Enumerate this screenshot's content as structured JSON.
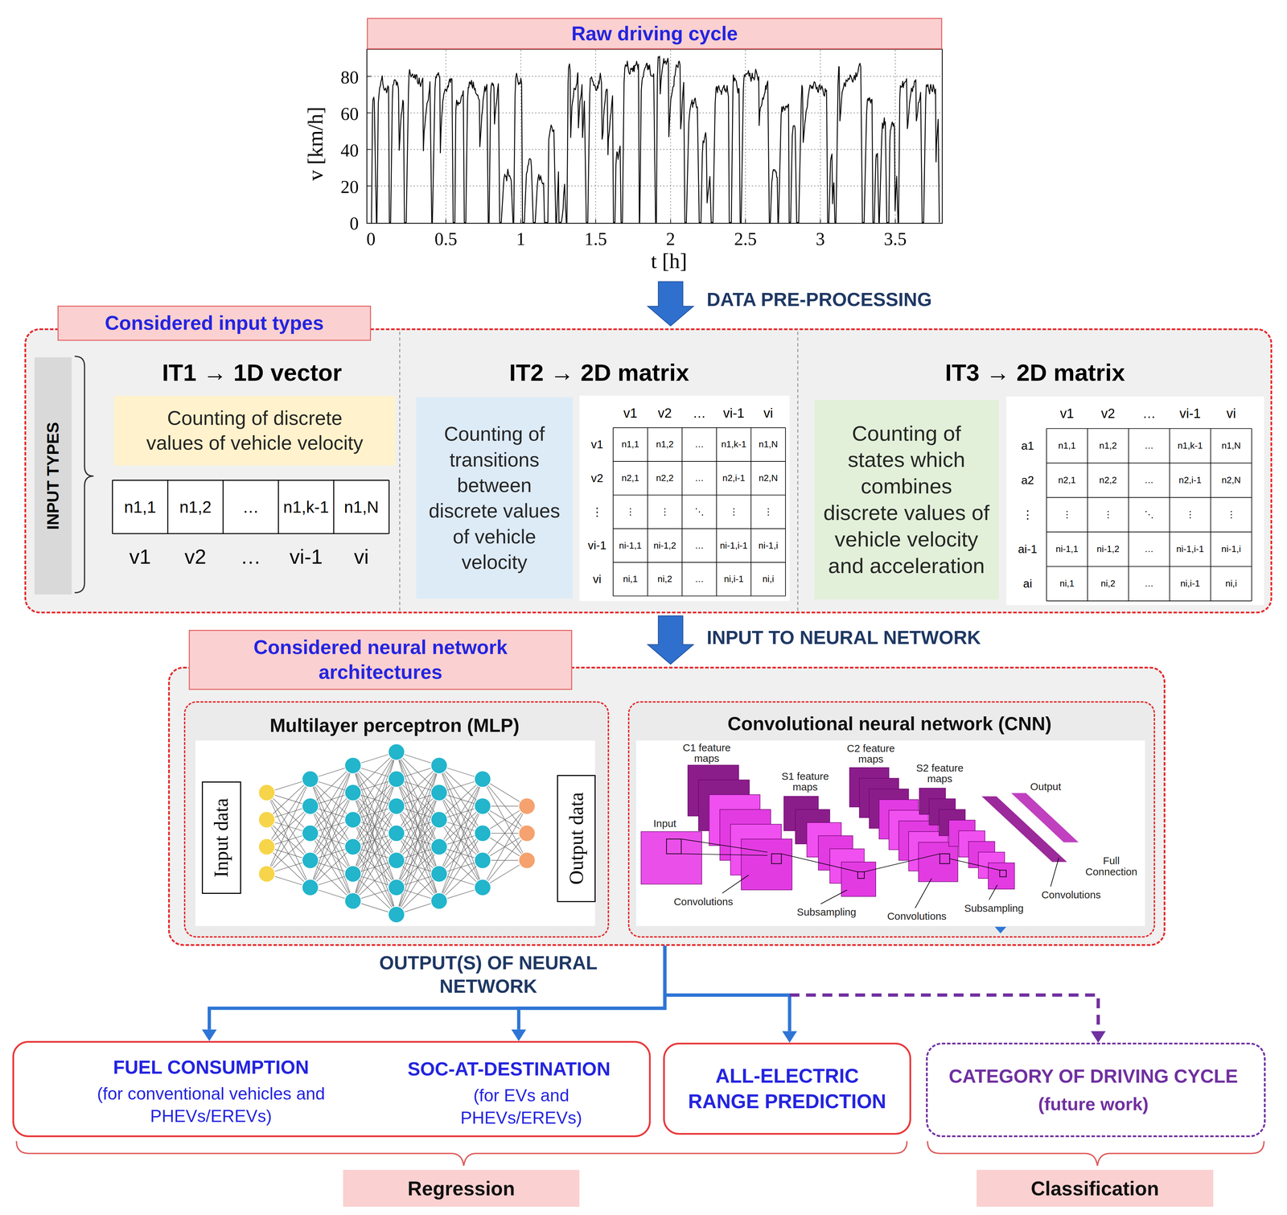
{
  "diagram": {
    "nodes": [
      {
        "text": [
          "Raw driving cycle"
        ]
      },
      {
        "text": [
          "Considered input types"
        ]
      },
      {
        "text": [
          "INPUT TYPES"
        ],
        "in": 1
      },
      {
        "text": [
          "Counting of discrete values of vehicle velocity"
        ],
        "in": 1
      },
      {
        "text": [
          "Counting of transitions between discrete values of vehicle velocity"
        ],
        "in": 1
      },
      {
        "text": [
          "Counting of states which combines discrete values of vehicle velocity and acceleration"
        ],
        "in": 1
      },
      {
        "text": [
          "Considered neural network architectures"
        ]
      },
      {
        "text": [
          "Multilayer perceptron (MLP)"
        ],
        "in": 6
      },
      {
        "text": [
          "Input data"
        ],
        "in": 7
      },
      {
        "text": [
          "Output data"
        ],
        "in": 7
      },
      {
        "text": [
          "Convolutional neural network (CNN)"
        ],
        "in": 6
      },
      {
        "text": [
          "FUEL CONSUMPTION",
          "(for conventional vehicles and PHEVs/EREVs)",
          "SOC-AT-DESTINATION",
          "(for EVs and PHEVs/EREVs)"
        ]
      },
      {
        "text": [
          "ALL-ELECTRIC RANGE PREDICTION"
        ]
      },
      {
        "text": [
          "CATEGORY OF DRIVING CYCLE",
          "(future work)"
        ]
      },
      {
        "text": [
          "Regression"
        ]
      },
      {
        "text": [
          "Classification"
        ]
      }
    ],
    "edges": [
      {
        "from": 0,
        "to": 1,
        "arrow": "to",
        "label": "DATA PRE-PROCESSING"
      },
      {
        "from": 1,
        "to": 6,
        "arrow": "to",
        "label": "INPUT TO NEURAL NETWORK"
      },
      {
        "from": 6,
        "to": 11,
        "arrow": "to"
      },
      {
        "from": 6,
        "to": 11,
        "arrow": "to"
      },
      {
        "from": 6,
        "to": 12,
        "arrow": "to"
      },
      {
        "from": 6,
        "to": 13,
        "arrow": "to"
      }
    ],
    "labels": [
      "80",
      "60",
      "40",
      "20",
      "0",
      "0",
      "0.5",
      "1",
      "1.5",
      "2",
      "2.5",
      "3",
      "3.5",
      "v [km/h]",
      "t [h]",
      "IT1 → 1D vector",
      "n1,1",
      "n1,2",
      "…",
      "n1,k-1",
      "n1,N",
      "v1",
      "v2",
      "…",
      "vi-1",
      "vi",
      "IT2 → 2D matrix",
      "v1",
      "v2",
      "…",
      "vi-1",
      "vi",
      "v1",
      "v2",
      "⋮",
      "vi-1",
      "vi",
      "n1,1",
      "n1,2",
      "…",
      "n1,k-1",
      "n1,N",
      "n2,1",
      "n2,2",
      "…",
      "n2,i-1",
      "n2,N",
      "⋮",
      "⋮",
      "⋱",
      "⋮",
      "⋮",
      "ni-1,1",
      "ni-1,2",
      "…",
      "ni-1,i-1",
      "ni-1,i",
      "ni,1",
      "ni,2",
      "…",
      "ni,i-1",
      "ni,i",
      "IT3 → 2D matrix",
      "v1",
      "v2",
      "…",
      "vi-1",
      "vi",
      "a1",
      "a2",
      "⋮",
      "ai-1",
      "ai",
      "n1,1",
      "n1,2",
      "…",
      "n1,k-1",
      "n1,N",
      "n2,1",
      "n2,2",
      "…",
      "n2,i-1",
      "n2,N",
      "⋮",
      "⋮",
      "⋱",
      "⋮",
      "⋮",
      "ni-1,1",
      "ni-1,2",
      "…",
      "ni-1,i-1",
      "ni-1,i",
      "ni,1",
      "ni,2",
      "…",
      "ni,i-1",
      "ni,i",
      "C1 feature maps",
      "S1 feature maps",
      "C2 feature maps",
      "S2 feature maps",
      "Output",
      "Input",
      "Convolutions",
      "Subsampling",
      "Convolutions",
      "Subsampling",
      "Convolutions",
      "Full Connection",
      "OUTPUT(S) OF NEURAL NETWORK"
    ]
  }
}
